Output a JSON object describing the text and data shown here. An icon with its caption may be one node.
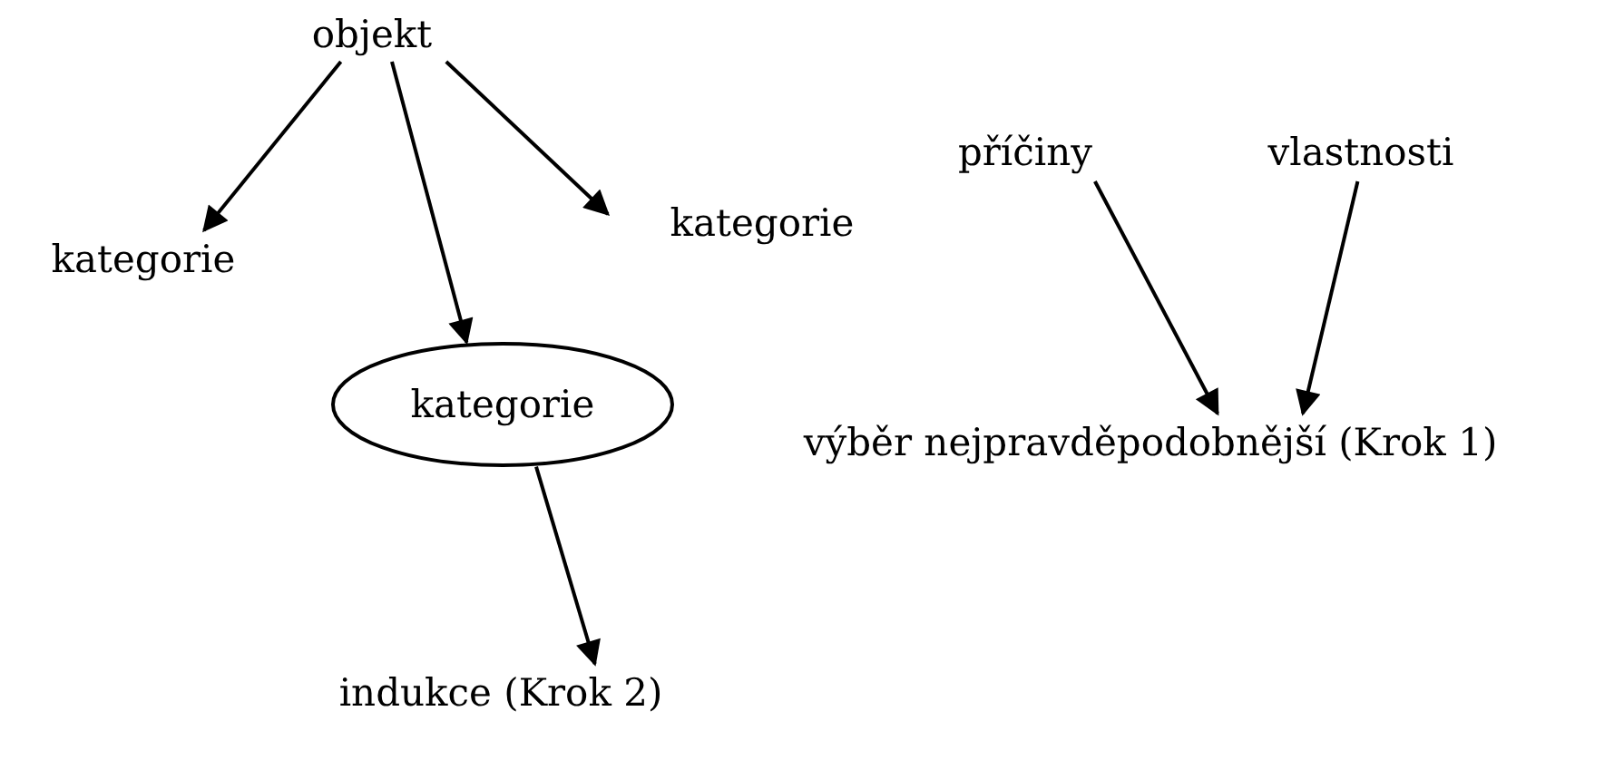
{
  "diagram": {
    "nodes": [
      {
        "text": [
          "objekt"
        ]
      },
      {
        "text": [
          "kategorie"
        ]
      },
      {
        "text": [
          "kategorie"
        ]
      },
      {
        "text": [
          "kategorie"
        ]
      },
      {
        "text": [
          "indukce (Krok 2)"
        ]
      },
      {
        "text": [
          "příčiny"
        ]
      },
      {
        "text": [
          "vlastnosti"
        ]
      },
      {
        "text": [
          "výběr nejpravděpodobnější (Krok 1)"
        ]
      }
    ],
    "edges": [
      {
        "from": 0,
        "to": 1,
        "arrow": "to"
      },
      {
        "from": 0,
        "to": 2,
        "arrow": "to"
      },
      {
        "from": 0,
        "to": 3,
        "arrow": "to"
      },
      {
        "from": 3,
        "to": 4,
        "arrow": "to"
      },
      {
        "from": 5,
        "to": 7,
        "arrow": "to"
      },
      {
        "from": 6,
        "to": 7,
        "arrow": "to"
      }
    ]
  }
}
